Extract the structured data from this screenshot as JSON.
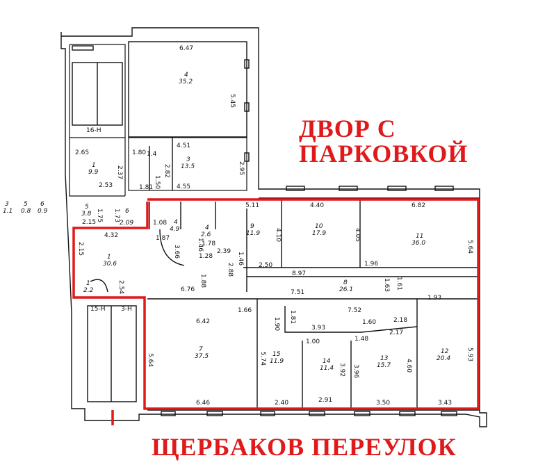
{
  "labels": {
    "courtyard_line1": "ДВОР С",
    "courtyard_line2": "ПАРКОВКОЙ",
    "street": "ЩЕРБАКОВ ПЕРЕУЛОК"
  },
  "colors": {
    "walls": "#111111",
    "highlight": "#e0191b"
  },
  "rooms": [
    {
      "num": "4",
      "area": "35.2"
    },
    {
      "num": "3",
      "area": "13.5"
    },
    {
      "num": "1",
      "area": "9.9"
    },
    {
      "num": "5",
      "area": "3.8"
    },
    {
      "num": "6",
      "area": "2.09"
    },
    {
      "num": "4",
      "area": "4.9"
    },
    {
      "num": "4",
      "area": "2.6"
    },
    {
      "num": "9",
      "area": "11.9"
    },
    {
      "num": "10",
      "area": "17.9"
    },
    {
      "num": "11",
      "area": "36.0"
    },
    {
      "num": "1",
      "area": "30.6"
    },
    {
      "num": "1",
      "area": "2.2"
    },
    {
      "num": "8",
      "area": "26.1"
    },
    {
      "num": "7",
      "area": "37.5"
    },
    {
      "num": "15",
      "area": "11.9"
    },
    {
      "num": "14",
      "area": "11.4"
    },
    {
      "num": "13",
      "area": "15.7"
    },
    {
      "num": "12",
      "area": "20.4"
    }
  ],
  "side_rooms": [
    {
      "num": "3",
      "area": "1.1"
    },
    {
      "num": "5",
      "area": "0.8"
    },
    {
      "num": "6",
      "area": "0.9"
    }
  ],
  "stair_labels": [
    "16-Н",
    "15-Н",
    "3-Н"
  ],
  "dimensions": [
    "6.47",
    "5.45",
    "4.51",
    "2.95",
    "2.82",
    "4.55",
    "1.80",
    "1.4",
    "1.50",
    "1.81",
    "2.65",
    "2.37",
    "2.53",
    "1.75",
    "1.73",
    "2.15",
    "1.08",
    "1.87",
    "1.46",
    "1.78",
    "2.39",
    "1.28",
    "3.66",
    "5.11",
    "4.10",
    "4.40",
    "4.05",
    "6.82",
    "5.64",
    "4.32",
    "2.15",
    "2.50",
    "1.96",
    "8.97",
    "7.51",
    "1.63",
    "1.61",
    "2.88",
    "1.46",
    "1.88",
    "2.54",
    "6.76",
    "1.66",
    "7.52",
    "1.93",
    "6.42",
    "1.90",
    "1.81",
    "3.93",
    "1.60",
    "2.18",
    "1.48",
    "2.17",
    "1.00",
    "5.64",
    "5.74",
    "3.92",
    "3.96",
    "4.60",
    "5.93",
    "6.46",
    "2.40",
    "2.91",
    "3.50",
    "3.43"
  ]
}
